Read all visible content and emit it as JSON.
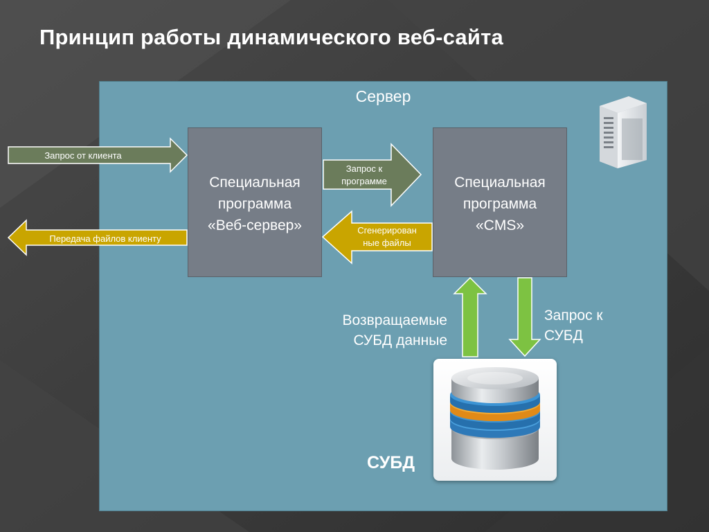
{
  "slide": {
    "title": "Принцип работы динамического веб-сайта"
  },
  "server": {
    "label": "Сервер",
    "icon": "server-tower-icon"
  },
  "web_server_box": {
    "line1": "Специальная",
    "line2": "программа",
    "line3": "«Веб-сервер»"
  },
  "cms_box": {
    "line1": "Специальная",
    "line2": "программа",
    "line3": "«CMS»"
  },
  "arrows": {
    "client_request": "Запрос от клиента",
    "files_to_client": "Передача файлов клиенту",
    "request_to_program_line1": "Запрос к",
    "request_to_program_line2": "программе",
    "generated_files_line1": "Сгенерирован",
    "generated_files_line2": "ные файлы",
    "dbms_returned_line1": "Возвращаемые",
    "dbms_returned_line2": "СУБД данные",
    "dbms_request_line1": "Запрос к",
    "dbms_request_line2": "СУБД"
  },
  "database": {
    "label": "СУБД",
    "icon": "database-icon"
  },
  "colors": {
    "panel": "#6c9fb1",
    "box": "#767d87",
    "arrow_olive": "#6b7c5b",
    "arrow_gold": "#c9a500",
    "arrow_green": "#7dc242"
  }
}
